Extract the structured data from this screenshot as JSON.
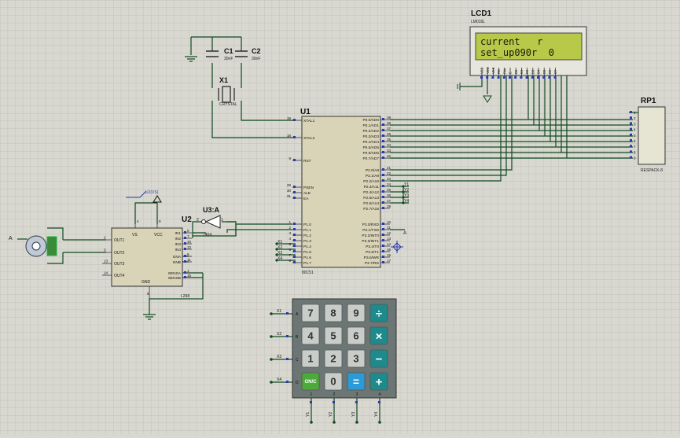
{
  "lcd": {
    "ref": "LCD1",
    "model": "LM016L",
    "line1": "current   r",
    "line2": "set_up090r  0",
    "pins": [
      "VSS",
      "VDD",
      "VEE",
      "RS",
      "RW",
      "E",
      "D0",
      "D1",
      "D2",
      "D3",
      "D4",
      "D5",
      "D6",
      "D7"
    ],
    "backlight": "#b8c94a"
  },
  "caps": {
    "c1": "C1",
    "c2": "C2",
    "c1_val": "30nF",
    "c2_val": "30nF"
  },
  "crystal": {
    "ref": "X1",
    "label": "CRYSTAL"
  },
  "u1": {
    "ref": "U1",
    "model": "80C51",
    "left_pins": [
      [
        "19",
        "XTAL1"
      ],
      [
        "18",
        "XTAL2"
      ],
      [
        "9",
        "RST"
      ],
      [
        "29",
        "PSEN"
      ],
      [
        "30",
        "ALE"
      ],
      [
        "31",
        "EA"
      ],
      [
        "1",
        "P1.0"
      ],
      [
        "2",
        "P1.1"
      ],
      [
        "3",
        "P1.2"
      ],
      [
        "4",
        "P1.3"
      ],
      [
        "5",
        "P1.4"
      ],
      [
        "6",
        "P1.5"
      ],
      [
        "7",
        "P1.6"
      ],
      [
        "8",
        "P1.7"
      ]
    ],
    "right_pins": [
      [
        "39",
        "P0.0/AD0"
      ],
      [
        "38",
        "P0.1/AD1"
      ],
      [
        "37",
        "P0.2/AD2"
      ],
      [
        "36",
        "P0.3/AD3"
      ],
      [
        "35",
        "P0.4/AD4"
      ],
      [
        "34",
        "P0.5/AD5"
      ],
      [
        "33",
        "P0.6/AD6"
      ],
      [
        "32",
        "P0.7/AD7"
      ],
      [
        "21",
        "P2.0/A8"
      ],
      [
        "22",
        "P2.1/A9"
      ],
      [
        "23",
        "P2.2/A10"
      ],
      [
        "24",
        "P2.3/A11"
      ],
      [
        "25",
        "P2.4/A12"
      ],
      [
        "26",
        "P2.5/A13"
      ],
      [
        "27",
        "P2.6/A14"
      ],
      [
        "28",
        "P2.7/A15"
      ],
      [
        "10",
        "P3.0/RXD"
      ],
      [
        "11",
        "P3.1/TXD"
      ],
      [
        "12",
        "P3.2/INT0"
      ],
      [
        "13",
        "P3.3/INT1"
      ],
      [
        "14",
        "P3.4/T0"
      ],
      [
        "15",
        "P3.5/T1"
      ],
      [
        "16",
        "P3.6/WR"
      ],
      [
        "17",
        "P3.7/RD"
      ]
    ]
  },
  "rp1": {
    "ref": "RP1",
    "model": "RESPACK-8",
    "pins": [
      "1",
      "2",
      "3",
      "4",
      "5",
      "6",
      "7",
      "8",
      "9"
    ]
  },
  "u2": {
    "ref": "U2",
    "model": "L298",
    "left_pins": [
      [
        "2",
        "OUT1"
      ],
      [
        "3",
        "OUT2"
      ],
      [
        "13",
        "OUT3"
      ],
      [
        "14",
        "OUT4"
      ]
    ],
    "top_pins": [
      [
        "4",
        "VS"
      ],
      [
        "9",
        "VCC"
      ]
    ],
    "right_pins": [
      [
        "5",
        "IN1"
      ],
      [
        "7",
        "IN2"
      ],
      [
        "10",
        "IN3"
      ],
      [
        "12",
        "IN4"
      ],
      [
        "6",
        "ENA"
      ],
      [
        "11",
        "ENB"
      ],
      [
        "1",
        "SENSA"
      ],
      [
        "15",
        "SENSB"
      ]
    ],
    "bottom_pins": [
      [
        "8",
        "GND"
      ]
    ],
    "power_label": "U2(VS)"
  },
  "u3": {
    "ref": "U3:A",
    "model": "7404",
    "pin_in": "1",
    "pin_out": "2"
  },
  "motor": {
    "label": "A"
  },
  "net_labels": {
    "a_motor": "A",
    "a_p3": "A",
    "p2_y": [
      "Y1",
      "Y2",
      "Y3",
      "Y4"
    ],
    "p1_x": [
      "X1",
      "X2",
      "X3",
      "X4"
    ]
  },
  "keypad": {
    "rows": [
      "A",
      "B",
      "C",
      "D"
    ],
    "cols": [
      "1",
      "2",
      "3",
      "4"
    ],
    "row_nets": [
      "X1",
      "X2",
      "X3",
      "X4"
    ],
    "col_nets": [
      "Y1",
      "Y2",
      "Y3",
      "Y4"
    ],
    "keys": [
      [
        "7",
        "8",
        "9",
        "÷"
      ],
      [
        "4",
        "5",
        "6",
        "×"
      ],
      [
        "1",
        "2",
        "3",
        "−"
      ],
      [
        "ON/C",
        "0",
        "=",
        "+"
      ]
    ]
  }
}
